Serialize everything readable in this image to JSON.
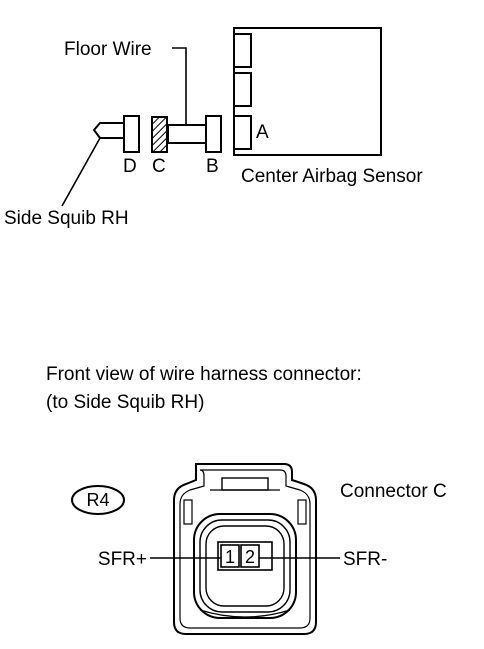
{
  "diagram": {
    "labels": {
      "floor_wire": "Floor Wire",
      "connector_a": "A",
      "connector_b": "B",
      "connector_c": "C",
      "connector_d": "D",
      "center_airbag_sensor": "Center Airbag Sensor",
      "side_squib_rh": "Side Squib RH"
    }
  },
  "connector_view": {
    "title_line1": "Front view of wire harness connector:",
    "title_line2": "(to Side Squib RH)",
    "code": "R4",
    "connector_name": "Connector C",
    "pins": [
      {
        "number": "1",
        "signal": "SFR+"
      },
      {
        "number": "2",
        "signal": "SFR-"
      }
    ]
  },
  "colors": {
    "line": "#000000",
    "background": "#ffffff"
  }
}
